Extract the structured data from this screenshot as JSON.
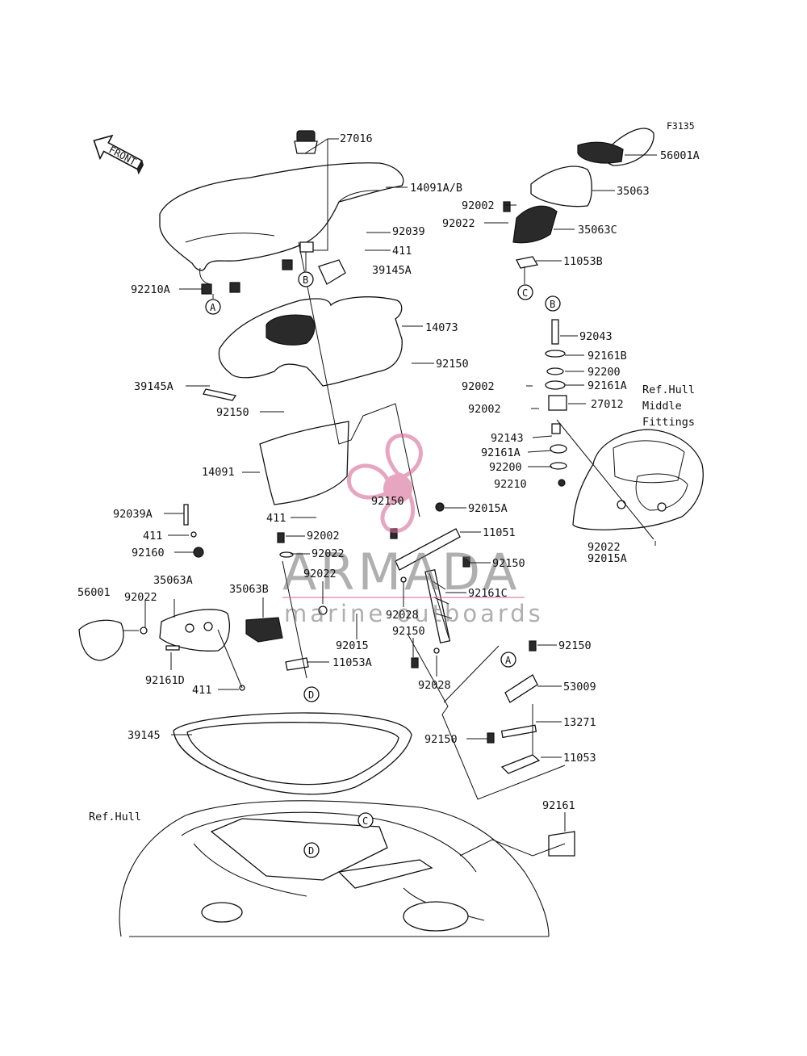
{
  "figure_code": "F3135",
  "front_label": "FRONT",
  "watermark": {
    "brand": "ARMADA",
    "tagline": "marine outboards"
  },
  "refs": {
    "hull_middle_lines": [
      "Ref.Hull",
      "Middle",
      "Fittings"
    ],
    "hull": "Ref.Hull"
  },
  "circle_markers": {
    "A": "A",
    "B": "B",
    "C": "C",
    "D": "D"
  },
  "parts": [
    "27016",
    "14091A/B",
    "92039",
    "411",
    "39145A",
    "14073",
    "92150",
    "92210A",
    "39145A",
    "92150",
    "56001A",
    "35063",
    "92002",
    "92022",
    "35063C",
    "11053B",
    "92043",
    "92161B",
    "92200",
    "92161A",
    "92002",
    "92002",
    "27012",
    "92143",
    "92161A",
    "92200",
    "92210",
    "14091",
    "411",
    "92150",
    "92015A",
    "11051",
    "92150",
    "92161C",
    "92028",
    "92150",
    "92028",
    "92039A",
    "411",
    "92160",
    "92002",
    "92022",
    "92022",
    "35063A",
    "35063B",
    "56001",
    "92022",
    "92015",
    "11053A",
    "92161D",
    "411",
    "92022",
    "92015A",
    "92150",
    "53009",
    "13271",
    "92150",
    "11053",
    "39145",
    "92161"
  ]
}
